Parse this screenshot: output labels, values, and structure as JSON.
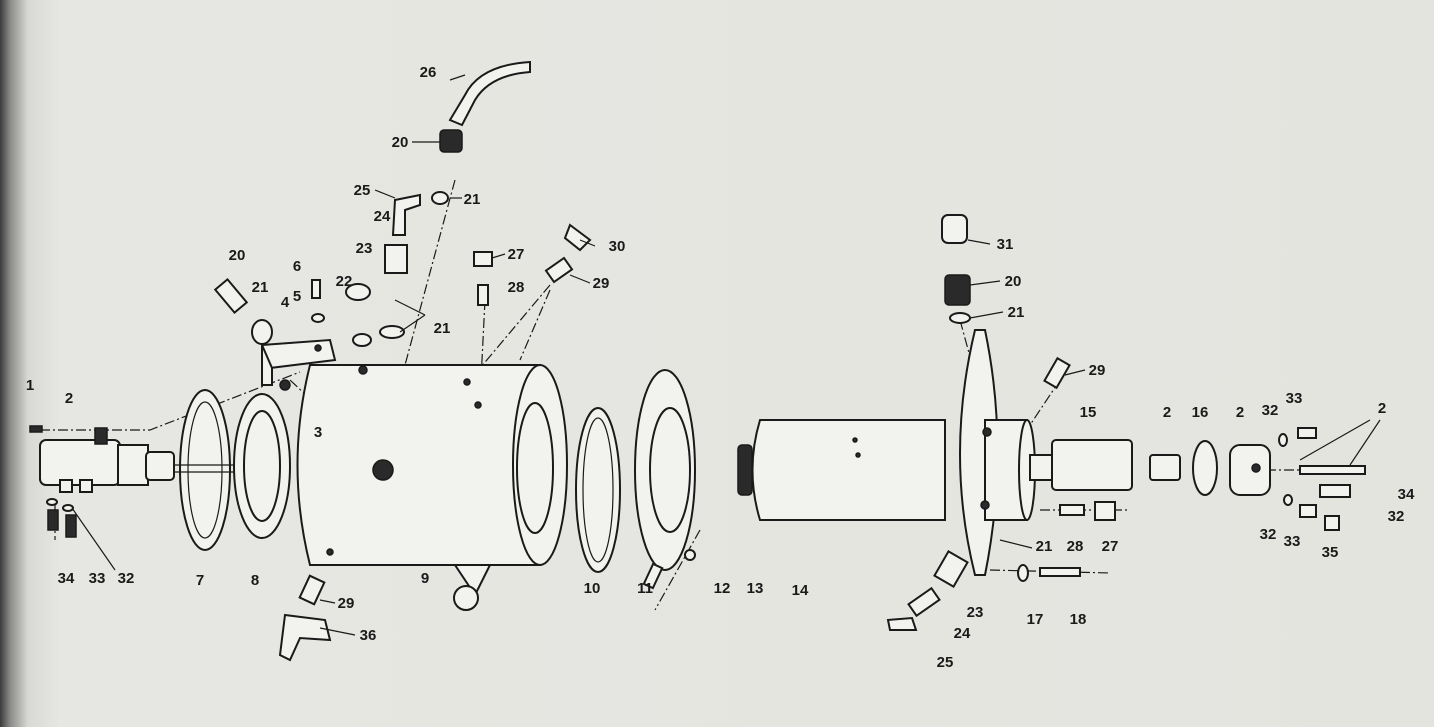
{
  "diagram": {
    "type": "exploded-parts-diagram",
    "callouts": [
      "1",
      "2",
      "3",
      "4",
      "5",
      "6",
      "7",
      "8",
      "9",
      "10",
      "11",
      "12",
      "13",
      "14",
      "15",
      "16",
      "2",
      "2",
      "32",
      "33",
      "2",
      "34",
      "32",
      "32",
      "33",
      "35",
      "17",
      "18",
      "21",
      "28",
      "27",
      "23",
      "24",
      "25",
      "29",
      "21",
      "20",
      "31",
      "26",
      "20",
      "21",
      "25",
      "24",
      "23",
      "27",
      "28",
      "30",
      "29",
      "22",
      "21",
      "20",
      "21",
      "29",
      "36",
      "34",
      "33",
      "32"
    ]
  }
}
